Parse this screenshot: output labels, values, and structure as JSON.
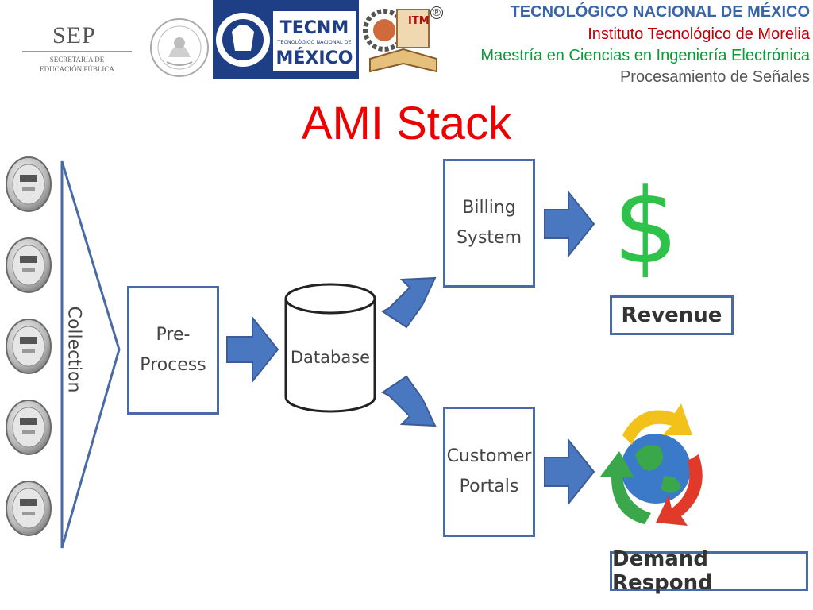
{
  "header": {
    "sep_logo": {
      "abbr": "SEP",
      "line1": "SECRETARÍA DE",
      "line2": "EDUCACIÓN PÚBLICA"
    },
    "tecnm_logo": {
      "abbr": "TECNM",
      "full_name": "TECNOLÓGICO NACIONAL DE",
      "country": "MÉXICO"
    },
    "itm_logo": {
      "abbr": "ITM",
      "registered_mark": "®"
    },
    "institution": "TECNOLÓGICO NACIONAL DE MÉXICO",
    "campus": "Instituto Tecnológico de Morelia",
    "program": "Maestría en Ciencias en Ingeniería Electrónica",
    "course": "Procesamiento de Señales"
  },
  "slide": {
    "title": "AMI Stack"
  },
  "diagram": {
    "collection_label": "Collection",
    "preprocess_label": "Pre-\nProcess",
    "database_label": "Database",
    "billing_label": "Billing\nSystem",
    "portals_label": "Customer\nPortals",
    "revenue_label": "Revenue",
    "demand_label": "Demand Respond",
    "dollar_symbol": "$",
    "meter_count": 5,
    "colors": {
      "border": "#4a6aa6",
      "arrow": "#4a78c0",
      "dollar": "#2fc24a",
      "title": "#ee0000"
    }
  }
}
